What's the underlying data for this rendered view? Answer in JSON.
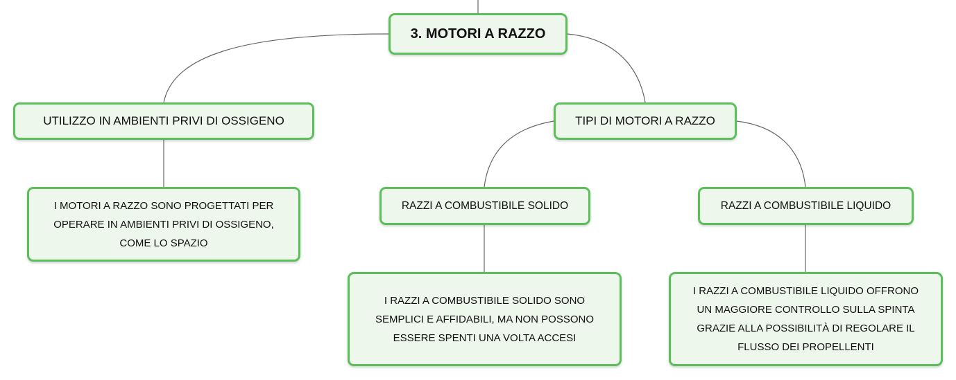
{
  "diagram": {
    "root": {
      "label": "3. MOTORI A RAZZO"
    },
    "branches": [
      {
        "label": "UTILIZZO IN AMBIENTI PRIVI DI OSSIGENO",
        "description": "I MOTORI A RAZZO SONO PROGETTATI PER\nOPERARE IN AMBIENTI PRIVI DI OSSIGENO,\nCOME LO SPAZIO"
      },
      {
        "label": "TIPI DI MOTORI A RAZZO",
        "children": [
          {
            "label": "RAZZI A COMBUSTIBILE SOLIDO",
            "description": "I RAZZI A COMBUSTIBILE SOLIDO SONO\nSEMPLICI E AFFIDABILI, MA NON POSSONO\nESSERE SPENTI UNA VOLTA ACCESI"
          },
          {
            "label": "RAZZI A COMBUSTIBILE LIQUIDO",
            "description": "I RAZZI A COMBUSTIBILE LIQUIDO OFFRONO\nUN MAGGIORE CONTROLLO SULLA SPINTA\nGRAZIE ALLA POSSIBILITÀ DI REGOLARE IL\nFLUSSO DEI PROPELLENTI"
          }
        ]
      }
    ]
  },
  "colors": {
    "node_border": "#5bbf5a",
    "node_fill": "#eef7ec",
    "connector": "#666666",
    "text": "#111111"
  }
}
